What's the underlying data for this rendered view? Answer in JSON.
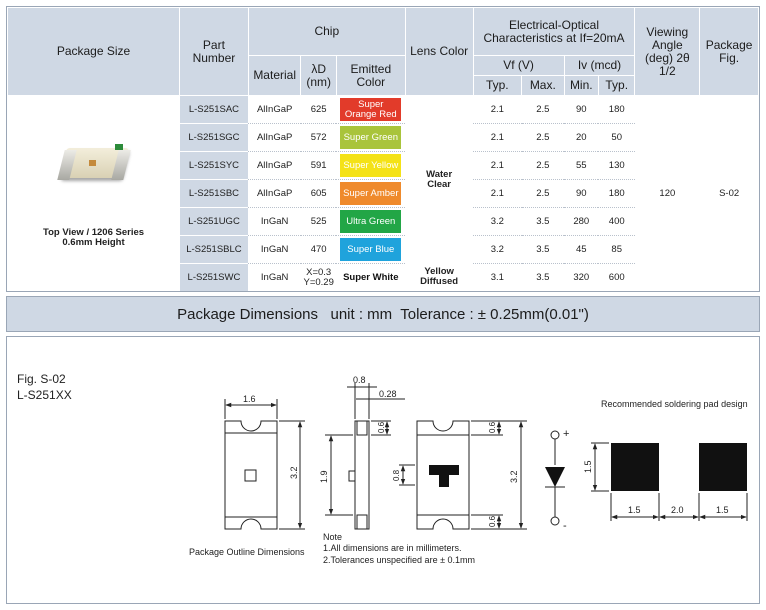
{
  "table": {
    "headers": {
      "package_size": "Package Size",
      "part_number": "Part Number",
      "chip": "Chip",
      "material": "Material",
      "lambda_d": "λD (nm)",
      "emitted_color": "Emitted Color",
      "lens_color": "Lens Color",
      "electro_optical": "Electrical-Optical Characteristics at If=20mA",
      "vf": "Vf (V)",
      "iv": "Iv (mcd)",
      "typ": "Typ.",
      "max": "Max.",
      "min": "Min.",
      "viewing_angle": "Viewing Angle (deg) 2θ 1/2",
      "package_fig": "Package Fig."
    },
    "package_caption_1": "Top View / 1206 Series",
    "package_caption_2": "0.6mm Height",
    "lens_water_1": "Water",
    "lens_water_2": "Clear",
    "lens_yellow_1": "Yellow",
    "lens_yellow_2": "Diffused",
    "viewing_angle_value": "120",
    "package_fig_value": "S-02",
    "rows": [
      {
        "part": "L-S251SAC",
        "material": "AlInGaP",
        "lambda": "625",
        "color_1": "Super",
        "color_2": "Orange Red",
        "swatch": "#e23b2a",
        "vf_typ": "2.1",
        "vf_max": "2.5",
        "iv_min": "90",
        "iv_typ": "180"
      },
      {
        "part": "L-S251SGC",
        "material": "AlInGaP",
        "lambda": "572",
        "color_1": "Super Green",
        "color_2": "",
        "swatch": "#a9c43b",
        "vf_typ": "2.1",
        "vf_max": "2.5",
        "iv_min": "20",
        "iv_typ": "50"
      },
      {
        "part": "L-S251SYC",
        "material": "AlInGaP",
        "lambda": "591",
        "color_1": "Super Yellow",
        "color_2": "",
        "swatch": "#f4e217",
        "vf_typ": "2.1",
        "vf_max": "2.5",
        "iv_min": "55",
        "iv_typ": "130"
      },
      {
        "part": "L-S251SBC",
        "material": "AlInGaP",
        "lambda": "605",
        "color_1": "Super Amber",
        "color_2": "",
        "swatch": "#ef8a2c",
        "vf_typ": "2.1",
        "vf_max": "2.5",
        "iv_min": "90",
        "iv_typ": "180"
      },
      {
        "part": "L-S251UGC",
        "material": "InGaN",
        "lambda": "525",
        "color_1": "Ultra Green",
        "color_2": "",
        "swatch": "#22a646",
        "vf_typ": "3.2",
        "vf_max": "3.5",
        "iv_min": "280",
        "iv_typ": "400"
      },
      {
        "part": "L-S251SBLC",
        "material": "InGaN",
        "lambda": "470",
        "color_1": "Super Blue",
        "color_2": "",
        "swatch": "#1fa3dc",
        "vf_typ": "3.2",
        "vf_max": "3.5",
        "iv_min": "45",
        "iv_typ": "85"
      },
      {
        "part": "L-S251SWC",
        "material": "InGaN",
        "lambda_1": "X=0.3",
        "lambda_2": "Y=0.29",
        "color_1": "Super White",
        "color_2": "",
        "swatch": "#ffffff",
        "vf_typ": "3.1",
        "vf_max": "3.5",
        "iv_min": "320",
        "iv_typ": "600"
      }
    ]
  },
  "banner": {
    "text": "Package Dimensions   unit : mm  Tolerance : ± 0.25mm(0.01\")"
  },
  "drawing": {
    "fig_label": "Fig. S-02",
    "part_series": "L-S251XX",
    "outline_caption": "Package Outline Dimensions",
    "dims": {
      "width": "1.6",
      "length": "3.2",
      "height": "0.8",
      "thickness": "0.28",
      "side_gap": "0.6",
      "side_length": "1.9",
      "pad": "0.6",
      "mark": "0.8",
      "pad_b": "0.6",
      "total": "3.2"
    },
    "plus": "+",
    "minus": "-",
    "note_title": "Note",
    "note_1": "1.All dimensions are in millimeters.",
    "note_2": "2.Tolerances unspecified are ± 0.1mm",
    "solder_title": "Recommended soldering  pad design",
    "solder_h": "1.5",
    "solder_w1": "1.5",
    "solder_gap": "2.0",
    "solder_w2": "1.5"
  }
}
